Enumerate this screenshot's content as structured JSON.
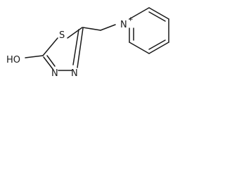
{
  "structure": {
    "atoms": {
      "sulfur": "S",
      "hydroxyl": "HO",
      "ring_nitrogen_left": "N",
      "ring_nitrogen_right": "N",
      "pyridinium_nitrogen": "N",
      "charge": "+"
    },
    "colors": {
      "bond": "#1a1a1a",
      "background": "#ffffff"
    }
  }
}
